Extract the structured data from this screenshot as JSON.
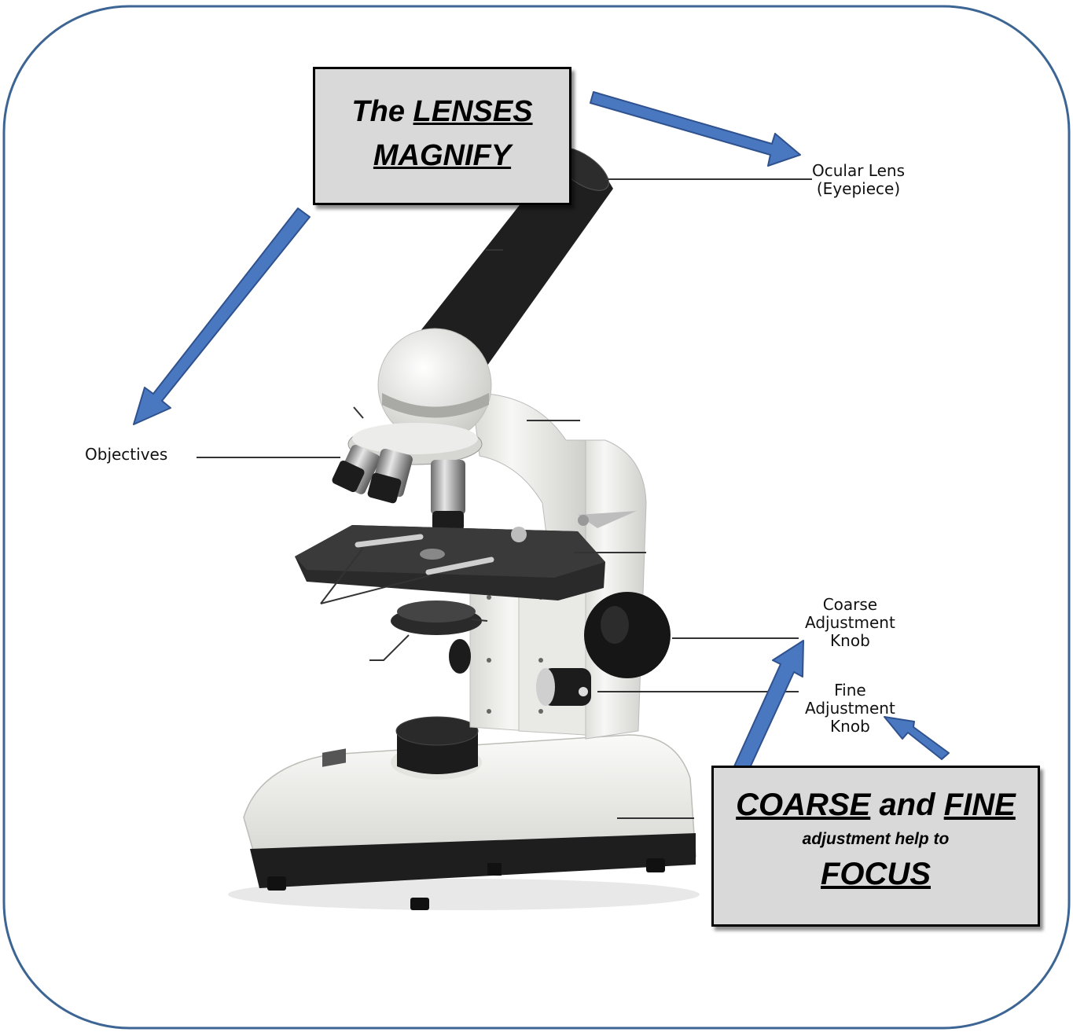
{
  "callouts": {
    "lenses": {
      "the": "The",
      "lenses": "LENSES",
      "magnify": "MAGNIFY"
    },
    "focus": {
      "coarse": "COARSE",
      "and": "and",
      "fine": "FINE",
      "middle": "adjustment  help to",
      "focus": "FOCUS"
    }
  },
  "labels": {
    "ocular_line1": "Ocular Lens",
    "ocular_line2": "(Eyepiece)",
    "objectives": "Objectives",
    "coarse_line1": "Coarse",
    "coarse_line2": "Adjustment",
    "coarse_line3": "Knob",
    "fine_line1": "Fine",
    "fine_line2": "Adjustment",
    "fine_line3": "Knob"
  },
  "colors": {
    "frame": "#3c6594",
    "arrow_fill": "#4a78c0",
    "arrow_stroke": "#2f528f",
    "callout_bg": "#d9d9d9",
    "microscope_white": "#f2f2f0",
    "microscope_black": "#1e1e1e"
  },
  "icons": [
    "microscope-illustration"
  ]
}
